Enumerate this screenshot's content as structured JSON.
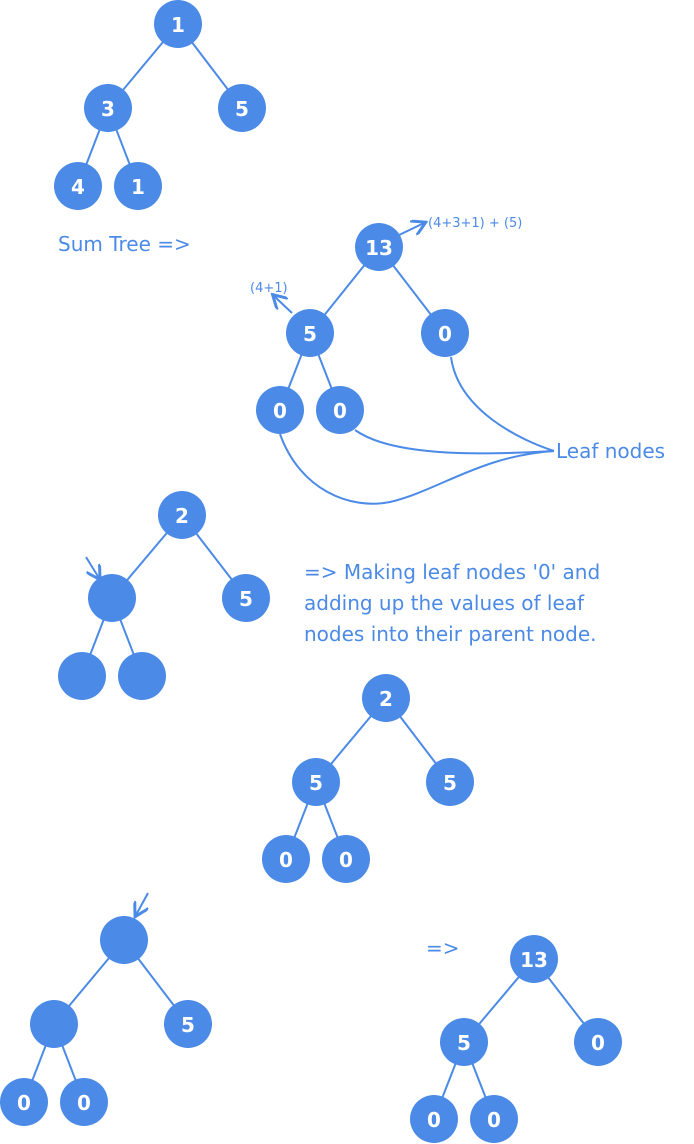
{
  "colors": {
    "node": "#4b8ae6",
    "text": "#4b8ae6",
    "label": "#ffffff",
    "background": "#ffffff"
  },
  "labels": {
    "sum_tree": "Sum Tree =>",
    "annot_root": "(4+3+1) + (5)",
    "annot_left": "(4+1)",
    "leaf_nodes": "Leaf nodes",
    "explain_1": "=>  Making leaf nodes '0' and",
    "explain_2": "adding up the values of leaf",
    "explain_3": "nodes into their parent node.",
    "arrow_final": "=>"
  },
  "trees": [
    {
      "id": "original",
      "values": [
        "1",
        "3",
        "5",
        "4",
        "1"
      ]
    },
    {
      "id": "sum-tree",
      "values": [
        "13",
        "5",
        "0",
        "0",
        "0"
      ]
    },
    {
      "id": "step-1",
      "values": [
        "2",
        "",
        "5",
        "",
        ""
      ]
    },
    {
      "id": "step-2",
      "values": [
        "2",
        "5",
        "5",
        "0",
        "0"
      ]
    },
    {
      "id": "step-3",
      "values": [
        "",
        "",
        "5",
        "0",
        "0"
      ]
    },
    {
      "id": "result",
      "values": [
        "13",
        "5",
        "0",
        "0",
        "0"
      ]
    }
  ]
}
